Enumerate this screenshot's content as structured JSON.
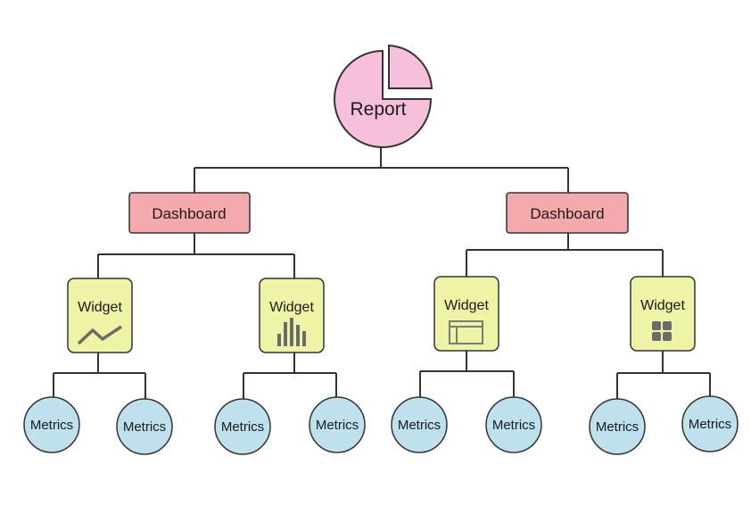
{
  "colors": {
    "report_fill": "#f6c0dc",
    "dashboard_fill": "#f4a9ad",
    "widget_fill": "#eef3a6",
    "metrics_fill": "#bfe1ee",
    "stroke": "#333333",
    "icon": "#6b6b6b"
  },
  "report": {
    "label": "Report",
    "icon": "pie-chart-icon"
  },
  "dashboards": [
    {
      "label": "Dashboard",
      "widgets": [
        {
          "label": "Widget",
          "icon": "line-chart-icon",
          "metrics": [
            "Metrics",
            "Metrics"
          ]
        },
        {
          "label": "Widget",
          "icon": "bar-chart-icon",
          "metrics": [
            "Metrics",
            "Metrics"
          ]
        }
      ]
    },
    {
      "label": "Dashboard",
      "widgets": [
        {
          "label": "Widget",
          "icon": "window-layout-icon",
          "metrics": [
            "Metrics",
            "Metrics"
          ]
        },
        {
          "label": "Widget",
          "icon": "grid-tiles-icon",
          "metrics": [
            "Metrics",
            "Metrics"
          ]
        }
      ]
    }
  ]
}
